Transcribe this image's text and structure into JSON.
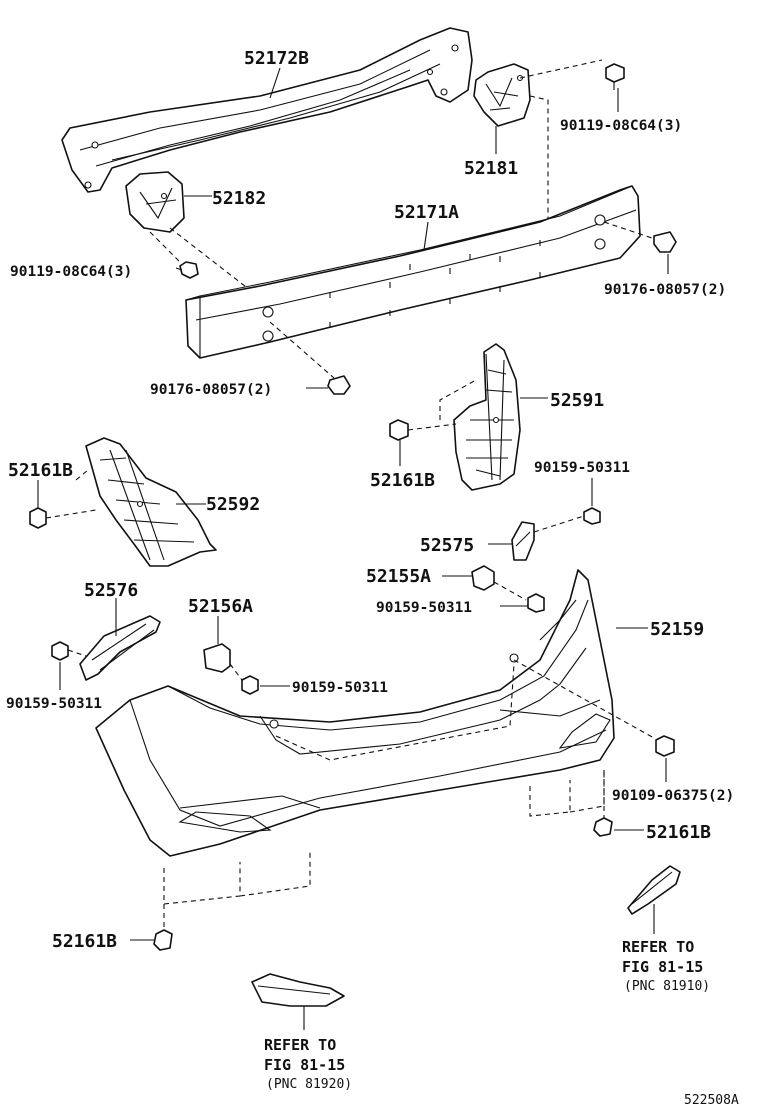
{
  "labels": {
    "p52172B": "52172B",
    "p52181": "52181",
    "p52182": "52182",
    "p52171A": "52171A",
    "p90119_right": "90119-08C64(3)",
    "p90119_left": "90119-08C64(3)",
    "p90176_right": "90176-08057(2)",
    "p90176_left": "90176-08057(2)",
    "p52591": "52591",
    "p52161B_mid": "52161B",
    "p52161B_left": "52161B",
    "p52592": "52592",
    "p90159_mid": "90159-50311",
    "p52575": "52575",
    "p52155A": "52155A",
    "p90159_mid2": "90159-50311",
    "p52576": "52576",
    "p52156A": "52156A",
    "p52159": "52159",
    "p90159_left": "90159-50311",
    "p90159_center": "90159-50311",
    "p90109": "90109-06375(2)",
    "p52161B_right": "52161B",
    "p52161B_bottom": "52161B"
  },
  "refer_right": {
    "line1": "REFER TO",
    "line2": "FIG 81-15",
    "line3": "(PNC 81910)"
  },
  "refer_bottom": {
    "line1": "REFER TO",
    "line2": "FIG 81-15",
    "line3": "(PNC 81920)"
  },
  "diagram_code": "522508A"
}
